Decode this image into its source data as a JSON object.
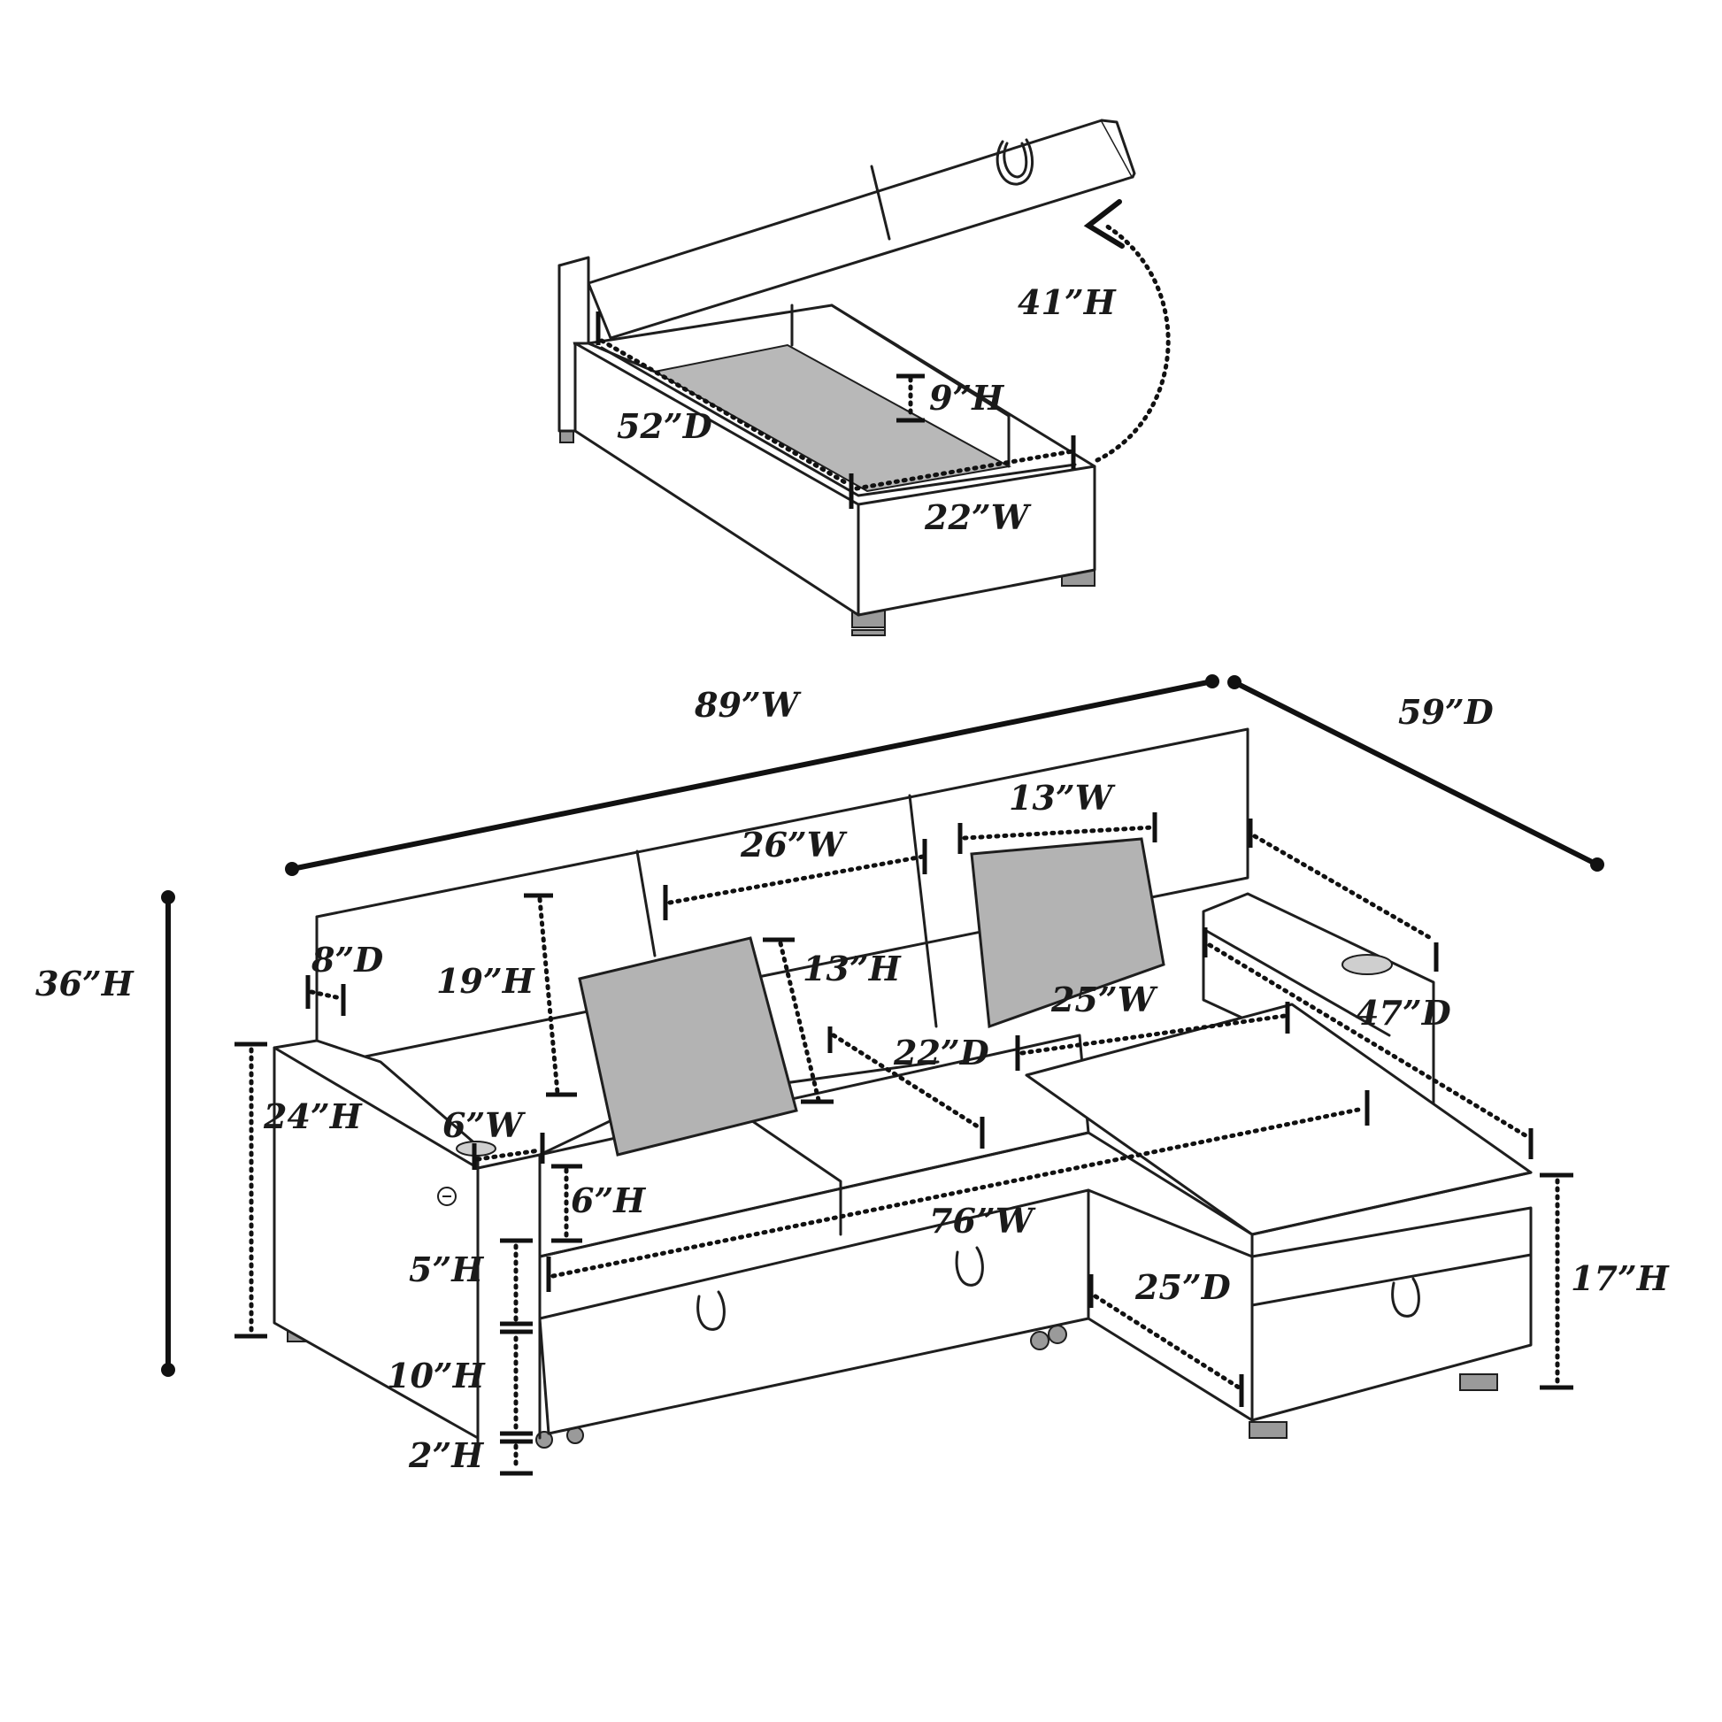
{
  "labels": {
    "ottoman_lid_height": "41”H",
    "ottoman_inner_height": "9”H",
    "ottoman_inner_depth": "52”D",
    "ottoman_inner_width": "22”W",
    "overall_width": "89”W",
    "overall_depth": "59”D",
    "overall_height": "36”H",
    "back_cushion_width": "13”W",
    "seat_back_width": "26”W",
    "arm_depth": "8”D",
    "back_height": "19”H",
    "pillow_height": "13”H",
    "chaise_seat_width": "25”W",
    "chaise_depth": "47”D",
    "arm_height": "24”H",
    "seat_depth": "22”D",
    "cupholder_width": "6”W",
    "seat_cushion_height": "6”H",
    "seat_width": "76”W",
    "frame_height": "5”H",
    "storage_height": "10”H",
    "chaise_front_depth": "25”D",
    "chaise_height": "17”H",
    "leg_height": "2”H"
  },
  "colors": {
    "line": "#1e1e1e",
    "cushion": "#b3b3b3",
    "background": "#ffffff"
  }
}
